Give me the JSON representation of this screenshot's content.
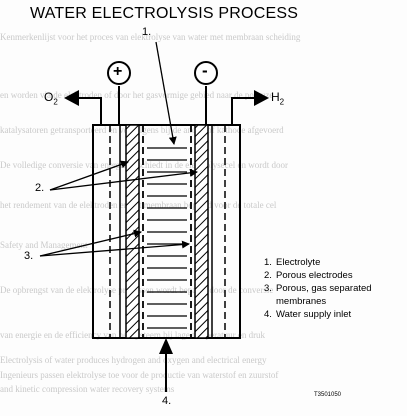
{
  "title": "WATER ELECTROLYSIS PROCESS",
  "terminals": {
    "positive": "+",
    "negative": "-"
  },
  "gases": {
    "left": "O",
    "left_subscript": "2",
    "right": "H",
    "right_subscript": "2"
  },
  "callouts": {
    "c1": "1.",
    "c2": "2.",
    "c3": "3.",
    "c4": "4."
  },
  "legend": [
    {
      "num": "1.",
      "text": "Electrolyte"
    },
    {
      "num": "2.",
      "text": "Porous electrodes"
    },
    {
      "num": "3.",
      "text": "Porous, gas separated\nmembranes"
    },
    {
      "num": "4.",
      "text": "Water supply inlet"
    }
  ],
  "reference_code": "T3501050",
  "colors": {
    "ink": "#000000",
    "paper": "#fdfdfd",
    "bleed_through": "#c9c9c9"
  }
}
